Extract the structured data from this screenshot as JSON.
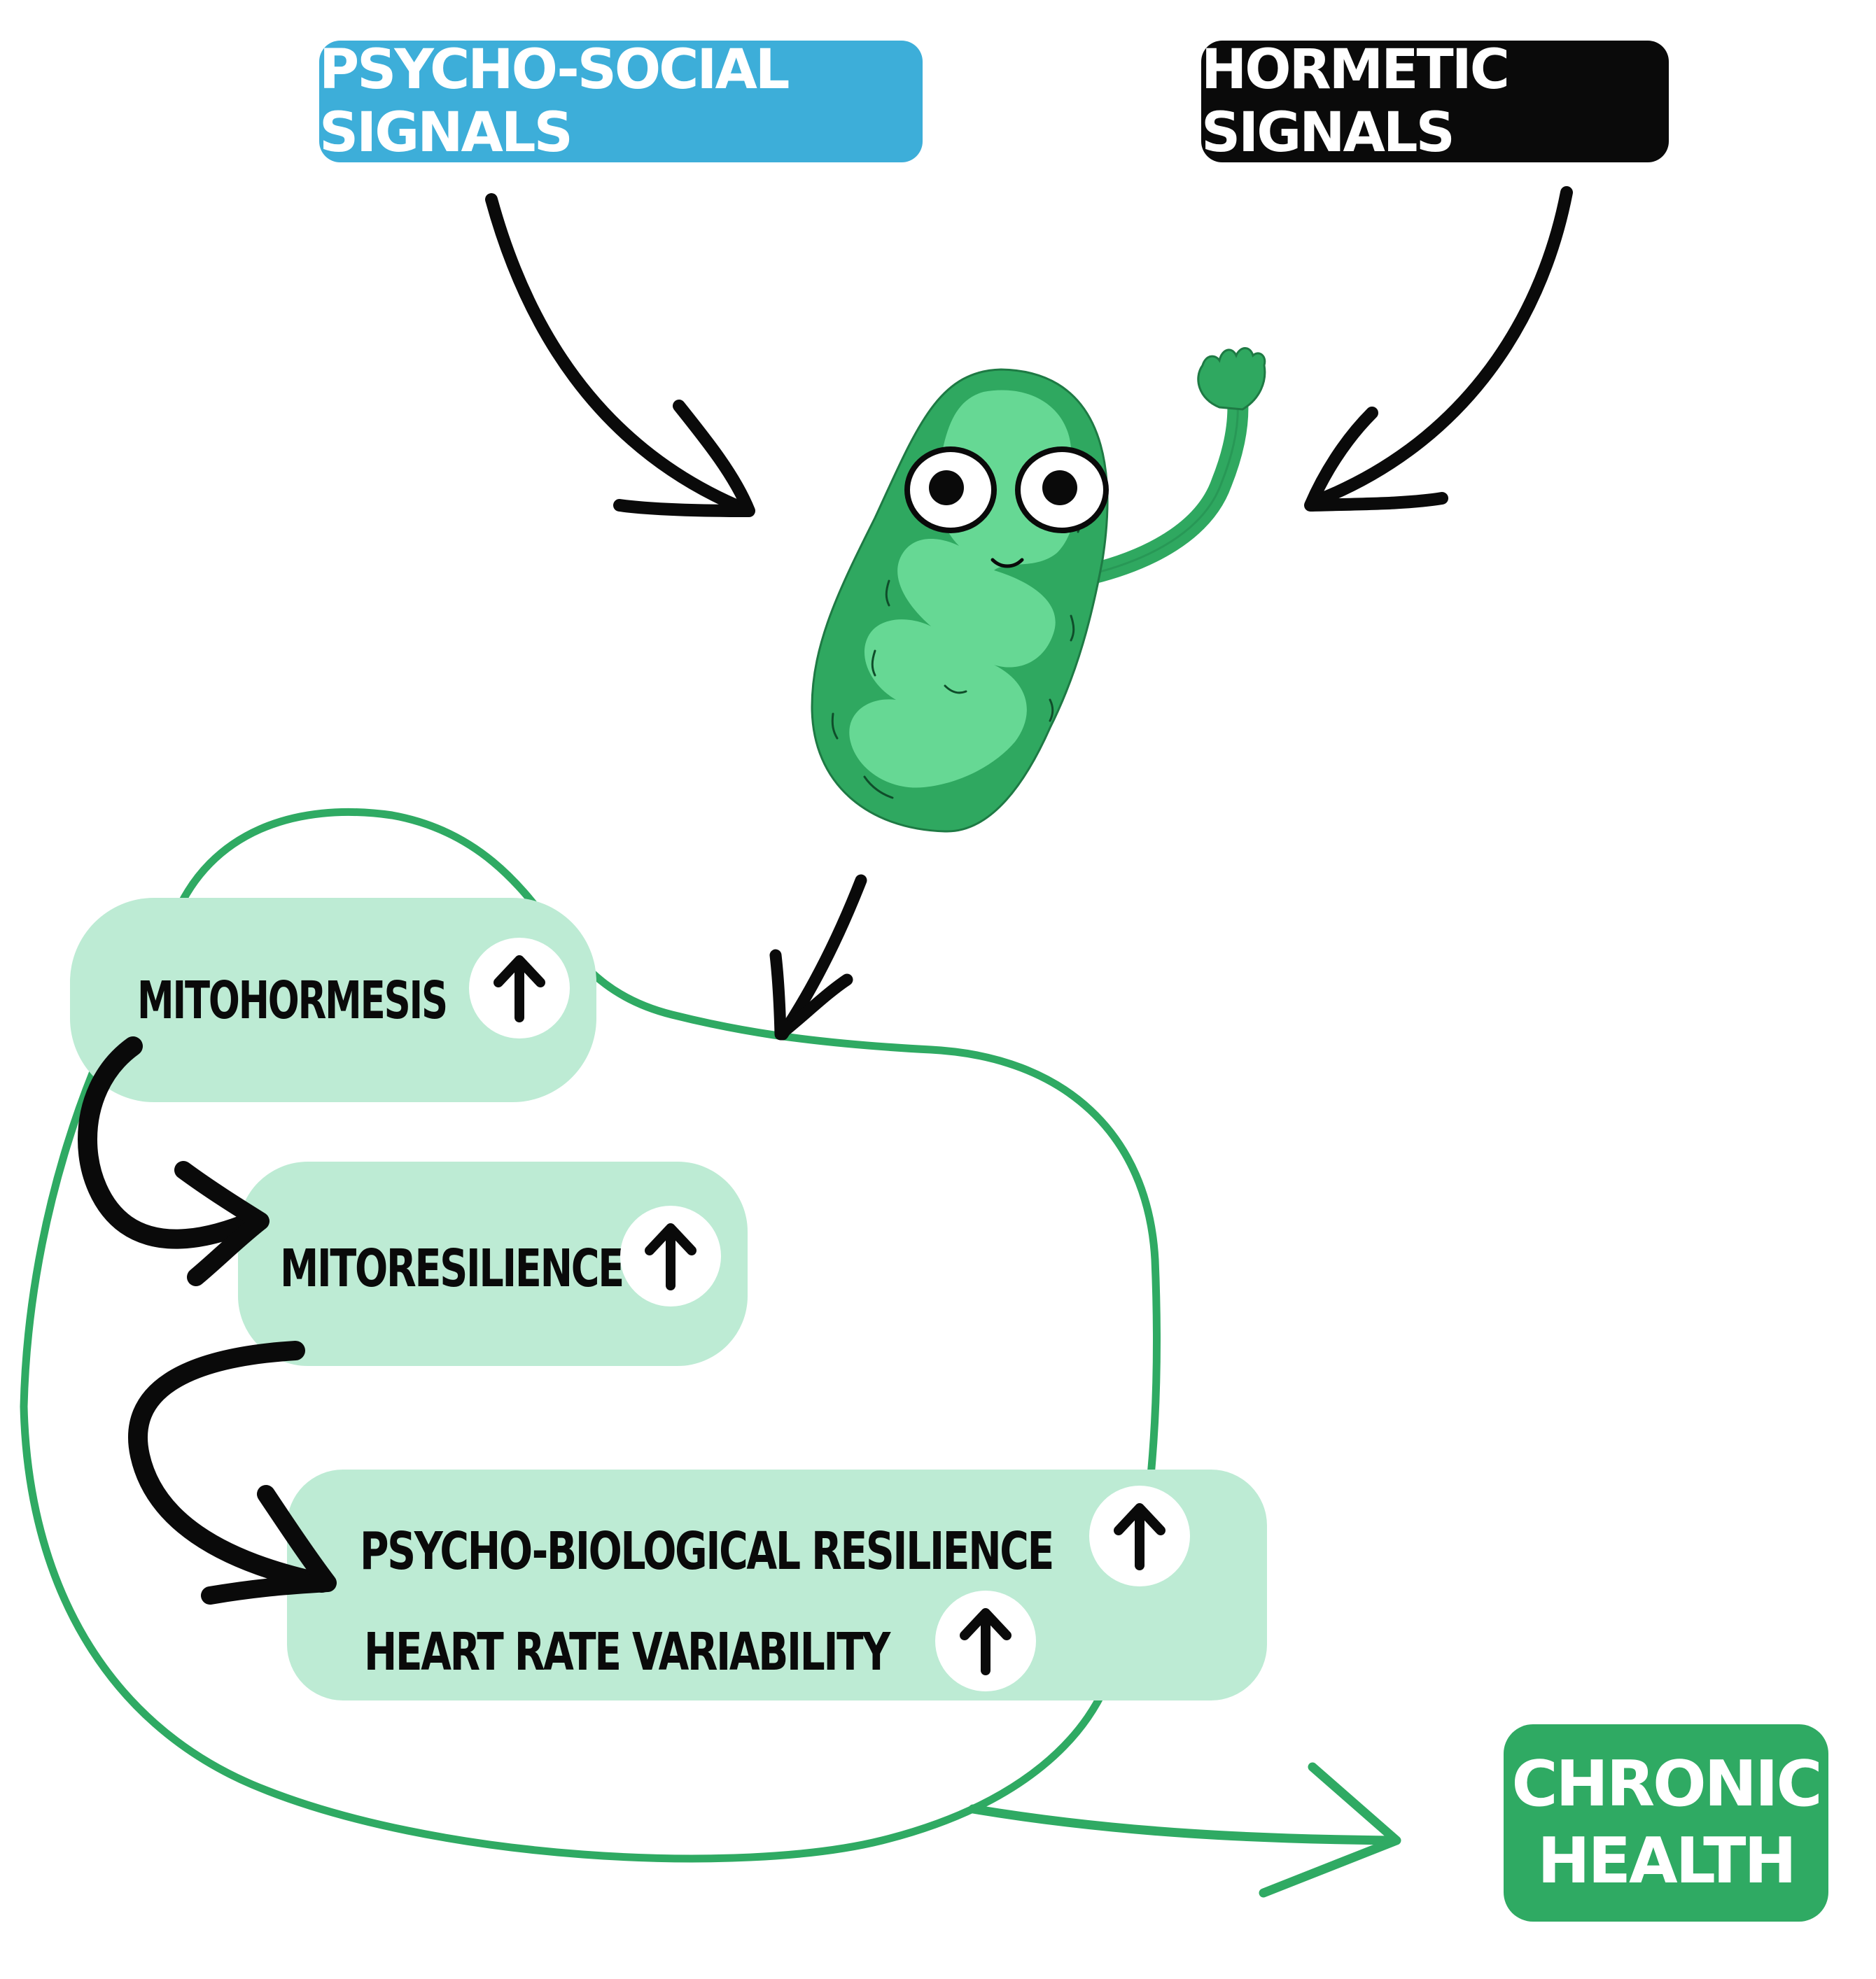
{
  "signals": {
    "psycho_social": "PSYCHO-SOCIAL SIGNALS",
    "hormetic": "HORMETIC SIGNALS"
  },
  "steps": {
    "mitohormesis": "MITOHORMESIS",
    "mitoresilience": "MITORESILIENCE",
    "psycho_biological_resilience": "PSYCHO-BIOLOGICAL RESILIENCE",
    "heart_rate_variability": "HEART RATE VARIABILITY"
  },
  "outcome": {
    "line1": "CHRONIC",
    "line2": "HEALTH"
  },
  "colors": {
    "psycho_chip": "#3daed9",
    "hormetic_chip": "#0a0a0a",
    "loop_stroke": "#2faa63",
    "step_box": "#bdebd4",
    "outcome_chip": "#2faa63",
    "mito_dark": "#2fa860",
    "mito_light": "#66d894"
  },
  "icons": {
    "increase": "arrow-up-icon",
    "mitochondrion": "mitochondrion-mascot"
  }
}
